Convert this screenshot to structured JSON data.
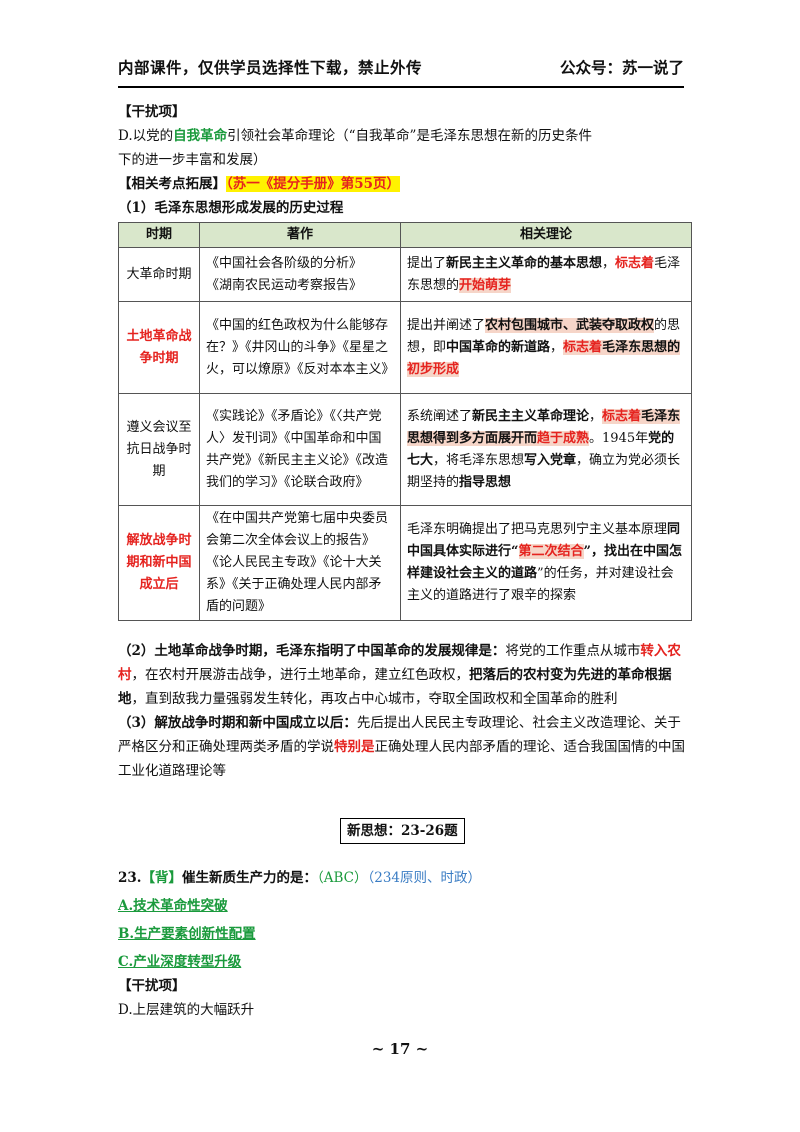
{
  "header": {
    "left": "内部课件，仅供学员选择性下载，禁止外传",
    "right": "公众号：苏一说了"
  },
  "distractor1": {
    "heading": "【干扰项】",
    "d_prefix": "D.以党的",
    "d_green": "自我革命",
    "d_rest": "引领社会革命理论（“自我革命”是毛泽东思想在新的历史条件",
    "d_line2": "下的进一步丰富和发展）"
  },
  "extension": {
    "heading": "【相关考点拓展】",
    "source": "（苏一《提分手册》第55页）",
    "subheading": "（1）毛泽东思想形成发展的历史过程"
  },
  "table": {
    "headers": [
      "时期",
      "著作",
      "相关理论"
    ],
    "rows": [
      {
        "period": "大革命时期",
        "works": [
          "《中国社会各阶级的分析》",
          "《湖南农民运动考察报告》"
        ],
        "theory_parts": [
          "提出了",
          "新民主主义革命的基本思想",
          "，",
          "标志着",
          "毛",
          "泽东思想的",
          "开始萌芽"
        ]
      },
      {
        "period": "土地革命战争时期",
        "works": [
          "《中国的红色政权为什么能够存在？》《井冈山的斗争》《星星之火，可以燎原》《反对本本主义》"
        ],
        "theory_parts": [
          "提出并阐述了",
          "农村包围城市、武装夺取政权",
          "的思想，即",
          "中国革命的新道路",
          "，",
          "标志着",
          "毛泽东思想的",
          "初步形成"
        ]
      },
      {
        "period": "遵义会议至抗日战争时期",
        "works": [
          "《实践论》《矛盾论》《〈共产党人〉发刊词》《中国革命和中国共产党》《新民主主义论》《改造我们的学习》《论联合政府》"
        ],
        "theory_parts": [
          "系统阐述了",
          "新民主主义革命理论",
          "，",
          "标志着",
          "毛泽东思想得到多方面展开而",
          "趋于成熟",
          "。1945年",
          "党的七大",
          "，将毛泽东思想",
          "写入党章",
          "，确立为党必须长期坚持的",
          "指导思想"
        ]
      },
      {
        "period": "解放战争时期和新中国成立后",
        "works": [
          "《在中国共产党第七届中央委员会第二次全体会议上的报告》《论人民民主专政》《论十大关系》《关于正确处理人民内部矛盾的问题》"
        ],
        "theory_parts": [
          "毛泽东明确提出了把马克思列宁主义基本原理",
          "同中国具体实际进行",
          "“",
          "第二次结合",
          "”",
          "，找出在中",
          "国怎样建设社会主义的道路",
          "”的任务，并对建设社会主义的道路进行了艰辛的探索"
        ]
      }
    ]
  },
  "para2": {
    "lead": "（2）土地革命战争时期，毛泽东指明了中国革命的发展规律是：",
    "t1": "将党的工作重点从城市",
    "red1": "转入农村",
    "t2": "，在农村开展游击战争，进行土地革命，建立红色政权，",
    "b1": "把落后的农村变为先进",
    "b2": "的革命根据地",
    "t3": "，直到敌我力量强弱发生转化，再攻占中心城市，夺取全国政权和全国革命",
    "t4": "的胜利"
  },
  "para3": {
    "lead": "（3）解放战争时期和新中国成立以后：",
    "t1": "先后提出人民民主专政理论、社会主义改造理论、",
    "t2": "关于严格区分和正确处理两类矛盾的学说",
    "red1": "特别是",
    "t3": "正确处理人民内部矛盾的理论、适合我国",
    "t4": "国情的中国工业化道路理论等"
  },
  "section_box": "新思想：23-26题",
  "q23": {
    "num": "23.",
    "tag": "【背】",
    "stem": "催生新质生产力的是：",
    "answer": "（ABC）",
    "note": "（234原则、时政）",
    "options": [
      "A.技术革命性突破",
      "B.生产要素创新性配置",
      "C.产业深度转型升级"
    ],
    "distractor_heading": "【干扰项】",
    "distractor": "D.上层建筑的大幅跃升"
  },
  "footer": "~ 17 ~"
}
